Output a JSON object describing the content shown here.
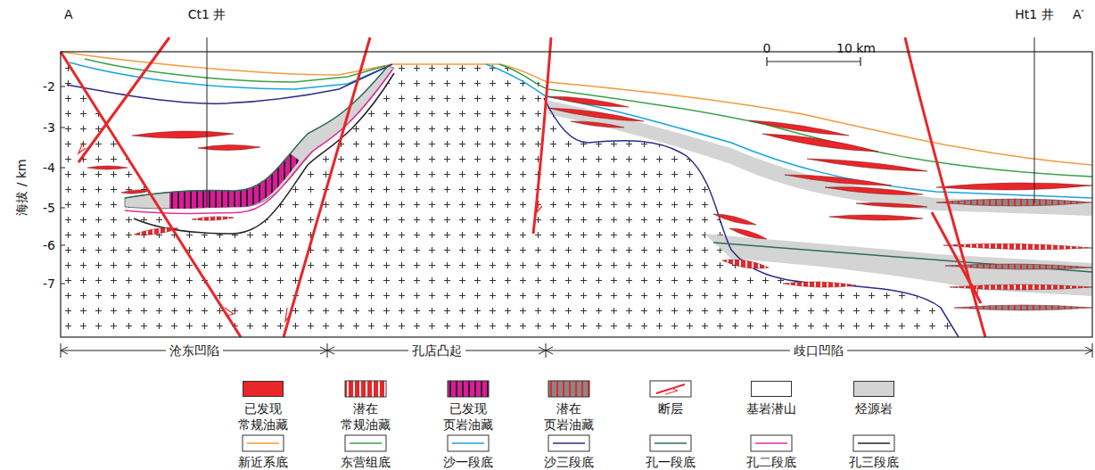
{
  "diagram": {
    "labels": [
      "A",
      "A′",
      "Ct1 井",
      "Ht1 井",
      "海拔 / km",
      "-2",
      "-3",
      "-4",
      "-5",
      "-6",
      "-7",
      "0",
      "10 km",
      "沧东凹陷",
      "孔店凸起",
      "歧口凹陷"
    ],
    "legend": [
      {
        "text": "已发现 常规油藏",
        "color": "#e8262a"
      },
      {
        "text": "潜在 常规油藏"
      },
      {
        "text": "已发现 页岩油藏"
      },
      {
        "text": "潜在 页岩油藏"
      },
      {
        "text": "断层"
      },
      {
        "text": "基岩潜山",
        "color": "#ffffff"
      },
      {
        "text": "烃源岩",
        "color": "#d4d4d4"
      },
      {
        "text": "新近系底"
      },
      {
        "text": "东营组底"
      },
      {
        "text": "沙一段底"
      },
      {
        "text": "沙三段底"
      },
      {
        "text": "孔一段底"
      },
      {
        "text": "孔二段底"
      },
      {
        "text": "孔三段底"
      }
    ]
  }
}
